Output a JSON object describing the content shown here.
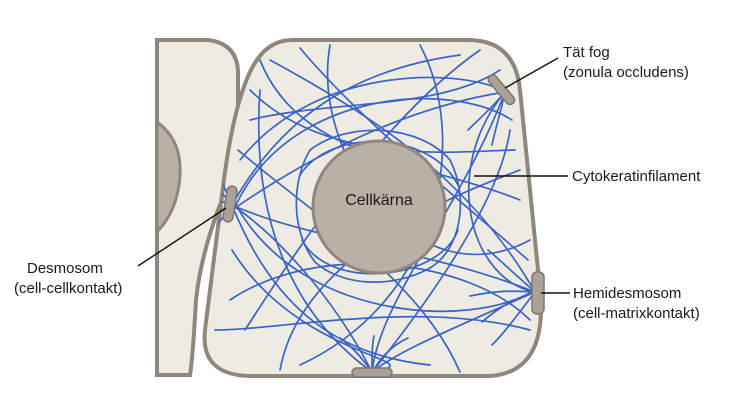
{
  "labels": {
    "tight_junction": {
      "line1": "Tät fog",
      "line2": "(zonula occludens)"
    },
    "cytokeratin": "Cytokeratinfilament",
    "nucleus": "Cellkärna",
    "hemidesmosome": {
      "line1": "Hemidesmosom",
      "line2": "(cell-matrixkontakt)"
    },
    "desmosome": {
      "line1": "Desmosom",
      "line2": "(cell-cellkontakt)"
    }
  },
  "colors": {
    "filament": "#3b63c4",
    "membrane": "#8f877e",
    "cytoplasm": "#eeebe3",
    "nucleus_fill": "#b9b0a6",
    "junction": "#aaa298",
    "leader": "#111111"
  }
}
